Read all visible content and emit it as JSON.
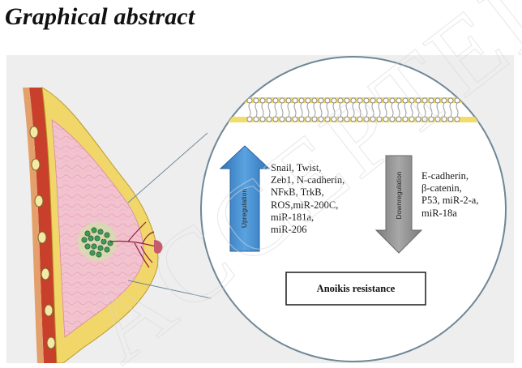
{
  "heading": "Graphical abstract",
  "upregulation": {
    "label": "Upregulation",
    "items": "Snail, Twist,\nZeb1, N-cadherin,\nNFκB, TrkB,\nROS,miR-200C,\nmiR-181a,\nmiR-206",
    "color": "#3b86c9"
  },
  "downregulation": {
    "label": "Downregulation",
    "items": "E-cadherin,\nβ-catenin,\nP53, miR-2-a,\nmiR-18a",
    "color": "#8c8c8c"
  },
  "outcome": "Anoikis resistance",
  "watermark": "ACCEPTED"
}
